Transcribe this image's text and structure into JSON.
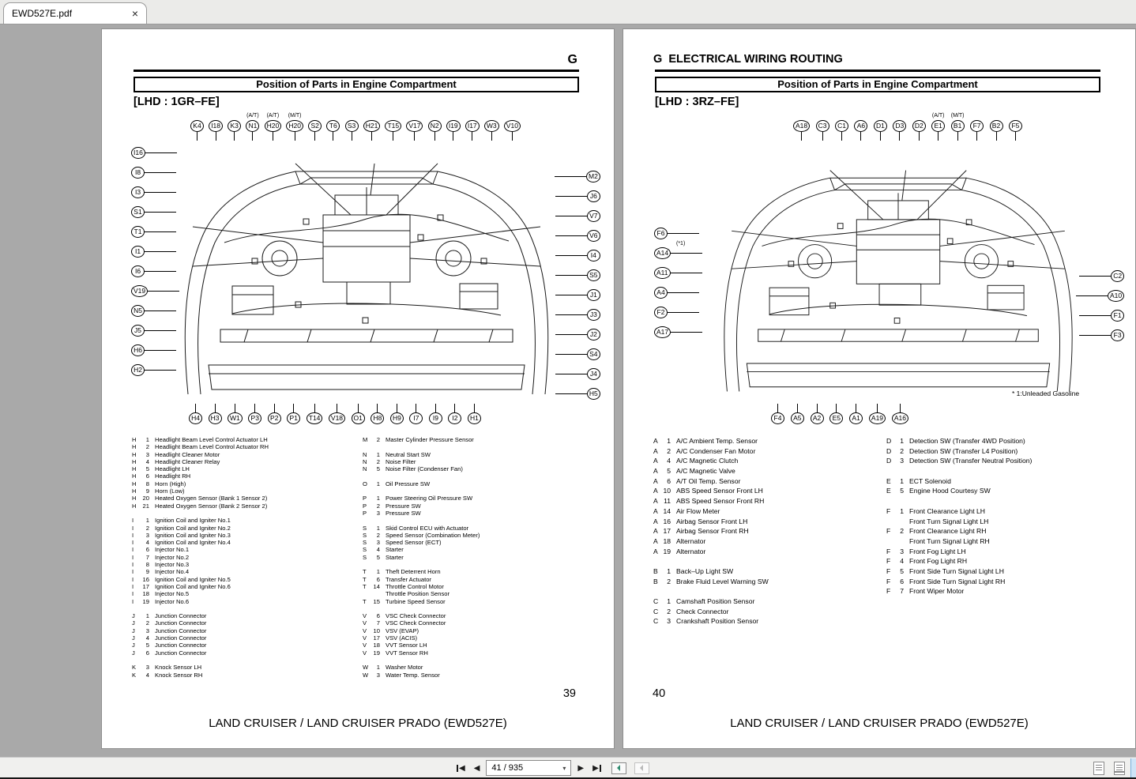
{
  "tab": {
    "title": "EWD527E.pdf"
  },
  "icons": {
    "close": "×",
    "tri_left": "◀",
    "tri_right": "▶",
    "caret": "▾"
  },
  "toolbar": {
    "page_field": "41 / 935"
  },
  "footer_text": "LAND CRUISER / LAND CRUISER PRADO (EWD527E)",
  "page_left": {
    "corner": "G",
    "box_title": "Position of Parts in Engine Compartment",
    "variant": "[LHD : 1GR–FE]",
    "page_number": "39",
    "callouts_top": [
      {
        "t": "K4"
      },
      {
        "t": "I18"
      },
      {
        "t": "K3"
      },
      {
        "t": "N1",
        "n": "(A/T)"
      },
      {
        "t": "H20",
        "n": "(A/T)"
      },
      {
        "t": "H20",
        "n": "(M/T)"
      },
      {
        "t": "S2"
      },
      {
        "t": "T6"
      },
      {
        "t": "S3"
      },
      {
        "t": "H21"
      },
      {
        "t": "T15"
      },
      {
        "t": "V17"
      },
      {
        "t": "N2"
      },
      {
        "t": "I19"
      },
      {
        "t": "I17"
      },
      {
        "t": "W3"
      },
      {
        "t": "V10"
      }
    ],
    "callouts_left": [
      {
        "t": "I16"
      },
      {
        "t": "I8"
      },
      {
        "t": "I3"
      },
      {
        "t": "S1"
      },
      {
        "t": "T1"
      },
      {
        "t": "I1"
      },
      {
        "t": "I6"
      },
      {
        "t": "V19"
      },
      {
        "t": "N5"
      },
      {
        "t": "J5"
      },
      {
        "t": "H6"
      },
      {
        "t": "H2"
      }
    ],
    "callouts_right": [
      {
        "t": "M2"
      },
      {
        "t": "J6"
      },
      {
        "t": "V7"
      },
      {
        "t": "V6"
      },
      {
        "t": "I4"
      },
      {
        "t": "S5"
      },
      {
        "t": "J1"
      },
      {
        "t": "J3"
      },
      {
        "t": "J2"
      },
      {
        "t": "S4"
      },
      {
        "t": "J4"
      },
      {
        "t": "H5"
      }
    ],
    "callouts_bottom": [
      {
        "t": "H4"
      },
      {
        "t": "H3"
      },
      {
        "t": "W1"
      },
      {
        "t": "P3"
      },
      {
        "t": "P2"
      },
      {
        "t": "P1"
      },
      {
        "t": "T14"
      },
      {
        "t": "V18"
      },
      {
        "t": "O1"
      },
      {
        "t": "H8"
      },
      {
        "t": "H9"
      },
      {
        "t": "I7"
      },
      {
        "t": "I9"
      },
      {
        "t": "I2"
      },
      {
        "t": "H1"
      }
    ],
    "parts_col1": [
      {
        "l": "H",
        "n": "1",
        "t": "Headlight Beam Level Control Actuator LH"
      },
      {
        "l": "H",
        "n": "2",
        "t": "Headlight Beam Level Control Actuator RH"
      },
      {
        "l": "H",
        "n": "3",
        "t": "Headlight Cleaner Motor"
      },
      {
        "l": "H",
        "n": "4",
        "t": "Headlight Cleaner Relay"
      },
      {
        "l": "H",
        "n": "5",
        "t": "Headlight LH"
      },
      {
        "l": "H",
        "n": "6",
        "t": "Headlight RH"
      },
      {
        "l": "H",
        "n": "8",
        "t": "Horn (High)"
      },
      {
        "l": "H",
        "n": "9",
        "t": "Horn (Low)"
      },
      {
        "l": "H",
        "n": "20",
        "t": "Heated Oxygen Sensor (Bank 1 Sensor 2)"
      },
      {
        "l": "H",
        "n": "21",
        "t": "Heated Oxygen Sensor (Bank 2 Sensor 2)"
      },
      {
        "l": "",
        "n": "",
        "t": ""
      },
      {
        "l": "I",
        "n": "1",
        "t": "Ignition Coil and Igniter No.1"
      },
      {
        "l": "I",
        "n": "2",
        "t": "Ignition Coil and Igniter No.2"
      },
      {
        "l": "I",
        "n": "3",
        "t": "Ignition Coil and Igniter No.3"
      },
      {
        "l": "I",
        "n": "4",
        "t": "Ignition Coil and Igniter No.4"
      },
      {
        "l": "I",
        "n": "6",
        "t": "Injector No.1"
      },
      {
        "l": "I",
        "n": "7",
        "t": "Injector No.2"
      },
      {
        "l": "I",
        "n": "8",
        "t": "Injector No.3"
      },
      {
        "l": "I",
        "n": "9",
        "t": "Injector No.4"
      },
      {
        "l": "I",
        "n": "16",
        "t": "Ignition Coil and Igniter No.5"
      },
      {
        "l": "I",
        "n": "17",
        "t": "Ignition Coil and Igniter No.6"
      },
      {
        "l": "I",
        "n": "18",
        "t": "Injector No.5"
      },
      {
        "l": "I",
        "n": "19",
        "t": "Injector No.6"
      },
      {
        "l": "",
        "n": "",
        "t": ""
      },
      {
        "l": "J",
        "n": "1",
        "t": "Junction Connector"
      },
      {
        "l": "J",
        "n": "2",
        "t": "Junction Connector"
      },
      {
        "l": "J",
        "n": "3",
        "t": "Junction Connector"
      },
      {
        "l": "J",
        "n": "4",
        "t": "Junction Connector"
      },
      {
        "l": "J",
        "n": "5",
        "t": "Junction Connector"
      },
      {
        "l": "J",
        "n": "6",
        "t": "Junction Connector"
      },
      {
        "l": "",
        "n": "",
        "t": ""
      },
      {
        "l": "K",
        "n": "3",
        "t": "Knock Sensor LH"
      },
      {
        "l": "K",
        "n": "4",
        "t": "Knock Sensor RH"
      }
    ],
    "parts_col2": [
      {
        "l": "M",
        "n": "2",
        "t": "Master Cylinder Pressure Sensor"
      },
      {
        "l": "",
        "n": "",
        "t": ""
      },
      {
        "l": "N",
        "n": "1",
        "t": "Neutral Start SW"
      },
      {
        "l": "N",
        "n": "2",
        "t": "Noise Filter"
      },
      {
        "l": "N",
        "n": "5",
        "t": "Noise Filter (Condenser Fan)"
      },
      {
        "l": "",
        "n": "",
        "t": ""
      },
      {
        "l": "O",
        "n": "1",
        "t": "Oil Pressure SW"
      },
      {
        "l": "",
        "n": "",
        "t": ""
      },
      {
        "l": "P",
        "n": "1",
        "t": "Power Steering Oil Pressure SW"
      },
      {
        "l": "P",
        "n": "2",
        "t": "Pressure SW"
      },
      {
        "l": "P",
        "n": "3",
        "t": "Pressure SW"
      },
      {
        "l": "",
        "n": "",
        "t": ""
      },
      {
        "l": "S",
        "n": "1",
        "t": "Skid Control ECU with Actuator"
      },
      {
        "l": "S",
        "n": "2",
        "t": "Speed Sensor (Combination Meter)"
      },
      {
        "l": "S",
        "n": "3",
        "t": "Speed Sensor (ECT)"
      },
      {
        "l": "S",
        "n": "4",
        "t": "Starter"
      },
      {
        "l": "S",
        "n": "5",
        "t": "Starter"
      },
      {
        "l": "",
        "n": "",
        "t": ""
      },
      {
        "l": "T",
        "n": "1",
        "t": "Theft Deterrent Horn"
      },
      {
        "l": "T",
        "n": "6",
        "t": "Transfer Actuator"
      },
      {
        "l": "T",
        "n": "14",
        "t": "Throttle Control Motor"
      },
      {
        "l": "",
        "n": "",
        "t": "Throttle Position Sensor"
      },
      {
        "l": "T",
        "n": "15",
        "t": "Turbine Speed Sensor"
      },
      {
        "l": "",
        "n": "",
        "t": ""
      },
      {
        "l": "V",
        "n": "6",
        "t": "VSC Check Connector"
      },
      {
        "l": "V",
        "n": "7",
        "t": "VSC Check Connector"
      },
      {
        "l": "V",
        "n": "10",
        "t": "VSV (EVAP)"
      },
      {
        "l": "V",
        "n": "17",
        "t": "VSV (ACIS)"
      },
      {
        "l": "V",
        "n": "18",
        "t": "VVT Sensor LH"
      },
      {
        "l": "V",
        "n": "19",
        "t": "VVT Sensor RH"
      },
      {
        "l": "",
        "n": "",
        "t": ""
      },
      {
        "l": "W",
        "n": "1",
        "t": "Washer Motor"
      },
      {
        "l": "W",
        "n": "3",
        "t": "Water Temp. Sensor"
      }
    ]
  },
  "page_right": {
    "heading": "G  ELECTRICAL WIRING ROUTING",
    "box_title": "Position of Parts in Engine Compartment",
    "variant": "[LHD : 3RZ–FE]",
    "page_number": "40",
    "note": "* 1:Unleaded Gasoline",
    "callouts_top": [
      {
        "t": "A18"
      },
      {
        "t": "C3"
      },
      {
        "t": "C1"
      },
      {
        "t": "A6"
      },
      {
        "t": "D1"
      },
      {
        "t": "D3"
      },
      {
        "t": "D2"
      },
      {
        "t": "E1",
        "n": "(A/T)"
      },
      {
        "t": "B1",
        "n": "(M/T)"
      },
      {
        "t": "F7"
      },
      {
        "t": "B2"
      },
      {
        "t": "F5"
      }
    ],
    "callouts_left": [
      {
        "t": "F6"
      },
      {
        "t": "A14",
        "n": "(*1)"
      },
      {
        "t": "A11"
      },
      {
        "t": "A4"
      },
      {
        "t": "F2"
      },
      {
        "t": "A17"
      }
    ],
    "callouts_right": [
      {
        "t": "C2"
      },
      {
        "t": "A10"
      },
      {
        "t": "F1"
      },
      {
        "t": "F3"
      }
    ],
    "callouts_bottom": [
      {
        "t": "F4"
      },
      {
        "t": "A5"
      },
      {
        "t": "A2"
      },
      {
        "t": "E5"
      },
      {
        "t": "A1"
      },
      {
        "t": "A19"
      },
      {
        "t": "A16"
      }
    ],
    "parts_col1": [
      {
        "l": "A",
        "n": "1",
        "t": "A/C Ambient Temp. Sensor"
      },
      {
        "l": "A",
        "n": "2",
        "t": "A/C Condenser Fan Motor"
      },
      {
        "l": "A",
        "n": "4",
        "t": "A/C Magnetic Clutch"
      },
      {
        "l": "A",
        "n": "5",
        "t": "A/C Magnetic Valve"
      },
      {
        "l": "A",
        "n": "6",
        "t": "A/T Oil Temp. Sensor"
      },
      {
        "l": "A",
        "n": "10",
        "t": "ABS Speed Sensor Front LH"
      },
      {
        "l": "A",
        "n": "11",
        "t": "ABS Speed Sensor Front RH"
      },
      {
        "l": "A",
        "n": "14",
        "t": "Air Flow Meter"
      },
      {
        "l": "A",
        "n": "16",
        "t": "Airbag Sensor Front LH"
      },
      {
        "l": "A",
        "n": "17",
        "t": "Airbag Sensor Front RH"
      },
      {
        "l": "A",
        "n": "18",
        "t": "Alternator"
      },
      {
        "l": "A",
        "n": "19",
        "t": "Alternator"
      },
      {
        "l": "",
        "n": "",
        "t": ""
      },
      {
        "l": "B",
        "n": "1",
        "t": "Back–Up Light SW"
      },
      {
        "l": "B",
        "n": "2",
        "t": "Brake Fluid Level Warning SW"
      },
      {
        "l": "",
        "n": "",
        "t": ""
      },
      {
        "l": "C",
        "n": "1",
        "t": "Camshaft Position Sensor"
      },
      {
        "l": "C",
        "n": "2",
        "t": "Check Connector"
      },
      {
        "l": "C",
        "n": "3",
        "t": "Crankshaft Position Sensor"
      }
    ],
    "parts_col2": [
      {
        "l": "D",
        "n": "1",
        "t": "Detection SW (Transfer 4WD Position)"
      },
      {
        "l": "D",
        "n": "2",
        "t": "Detection SW (Transfer L4 Position)"
      },
      {
        "l": "D",
        "n": "3",
        "t": "Detection SW (Transfer Neutral Position)"
      },
      {
        "l": "",
        "n": "",
        "t": ""
      },
      {
        "l": "E",
        "n": "1",
        "t": "ECT Solenoid"
      },
      {
        "l": "E",
        "n": "5",
        "t": "Engine Hood Courtesy SW"
      },
      {
        "l": "",
        "n": "",
        "t": ""
      },
      {
        "l": "F",
        "n": "1",
        "t": "Front Clearance Light LH"
      },
      {
        "l": "",
        "n": "",
        "t": "Front Turn Signal Light LH"
      },
      {
        "l": "F",
        "n": "2",
        "t": "Front Clearance Light RH"
      },
      {
        "l": "",
        "n": "",
        "t": "Front Turn Signal Light RH"
      },
      {
        "l": "F",
        "n": "3",
        "t": "Front Fog Light LH"
      },
      {
        "l": "F",
        "n": "4",
        "t": "Front Fog Light RH"
      },
      {
        "l": "F",
        "n": "5",
        "t": "Front Side Turn Signal Light LH"
      },
      {
        "l": "F",
        "n": "6",
        "t": "Front Side Turn Signal Light RH"
      },
      {
        "l": "F",
        "n": "7",
        "t": "Front Wiper Motor"
      }
    ]
  }
}
